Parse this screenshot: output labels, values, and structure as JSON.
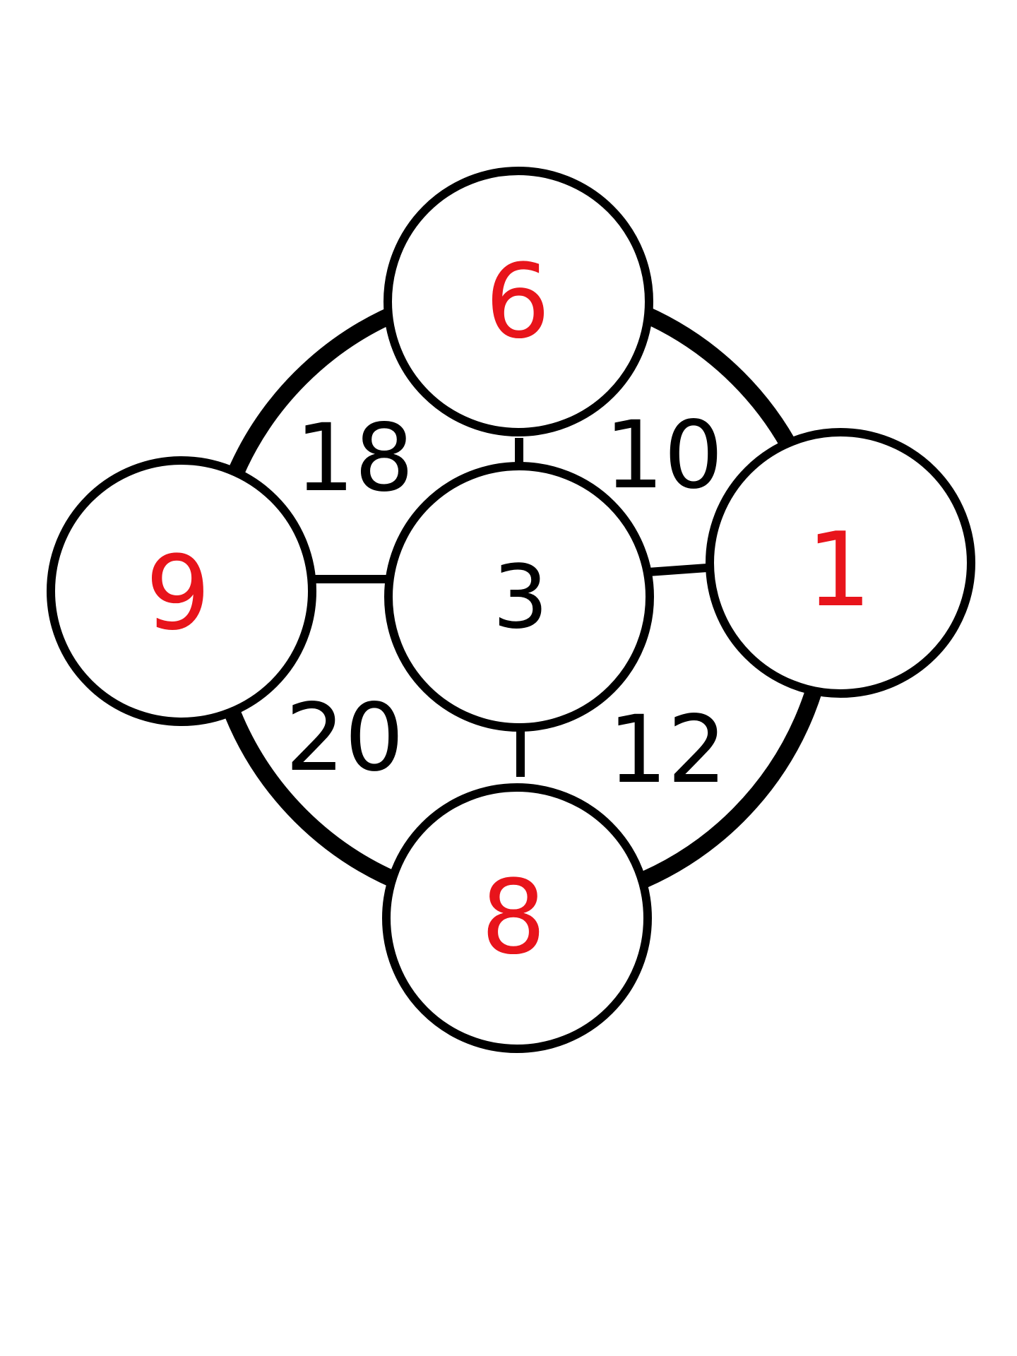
{
  "center": {
    "value": "3",
    "color": "#000000"
  },
  "outer_nodes": {
    "top": {
      "value": "6",
      "color": "#e8141b"
    },
    "right": {
      "value": "1",
      "color": "#e8141b"
    },
    "bottom": {
      "value": "8",
      "color": "#e8141b"
    },
    "left": {
      "value": "9",
      "color": "#e8141b"
    }
  },
  "quadrant_values": {
    "top_left": "18",
    "top_right": "10",
    "bottom_left": "20",
    "bottom_right": "12"
  },
  "colors": {
    "stroke": "#000000",
    "fill": "#ffffff",
    "answer": "#e8141b"
  }
}
